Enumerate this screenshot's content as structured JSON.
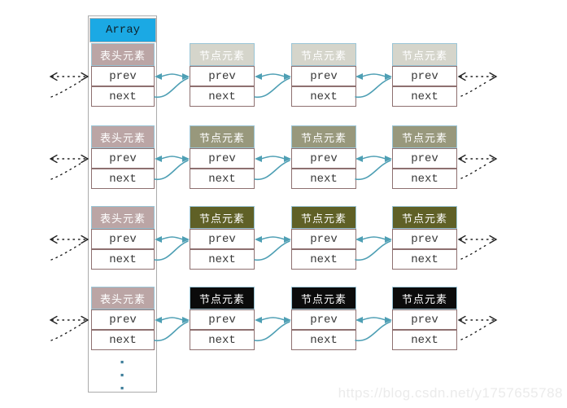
{
  "diagram": {
    "array_label": "Array",
    "head_label": "表头元素",
    "node_label": "节点元素",
    "prev_label": "prev",
    "next_label": "next",
    "row_node_header_colors": [
      "#D5D5CB",
      "#98987C",
      "#5F6026",
      "#0B0B0B"
    ],
    "colors": {
      "array_bg": "#1BA9E4",
      "array_border": "#B5B5B5",
      "head_bg": "#BBA5A5",
      "header_border": "#9AC5D6",
      "cell_border": "#8E7070",
      "container_border": "#ABABAB",
      "arrow": "#4E9FB4",
      "dotted_arrow": "#1F1F1F",
      "dot": "#3D7E9A"
    }
  },
  "watermark": "https://blog.csdn.net/y1757655788"
}
